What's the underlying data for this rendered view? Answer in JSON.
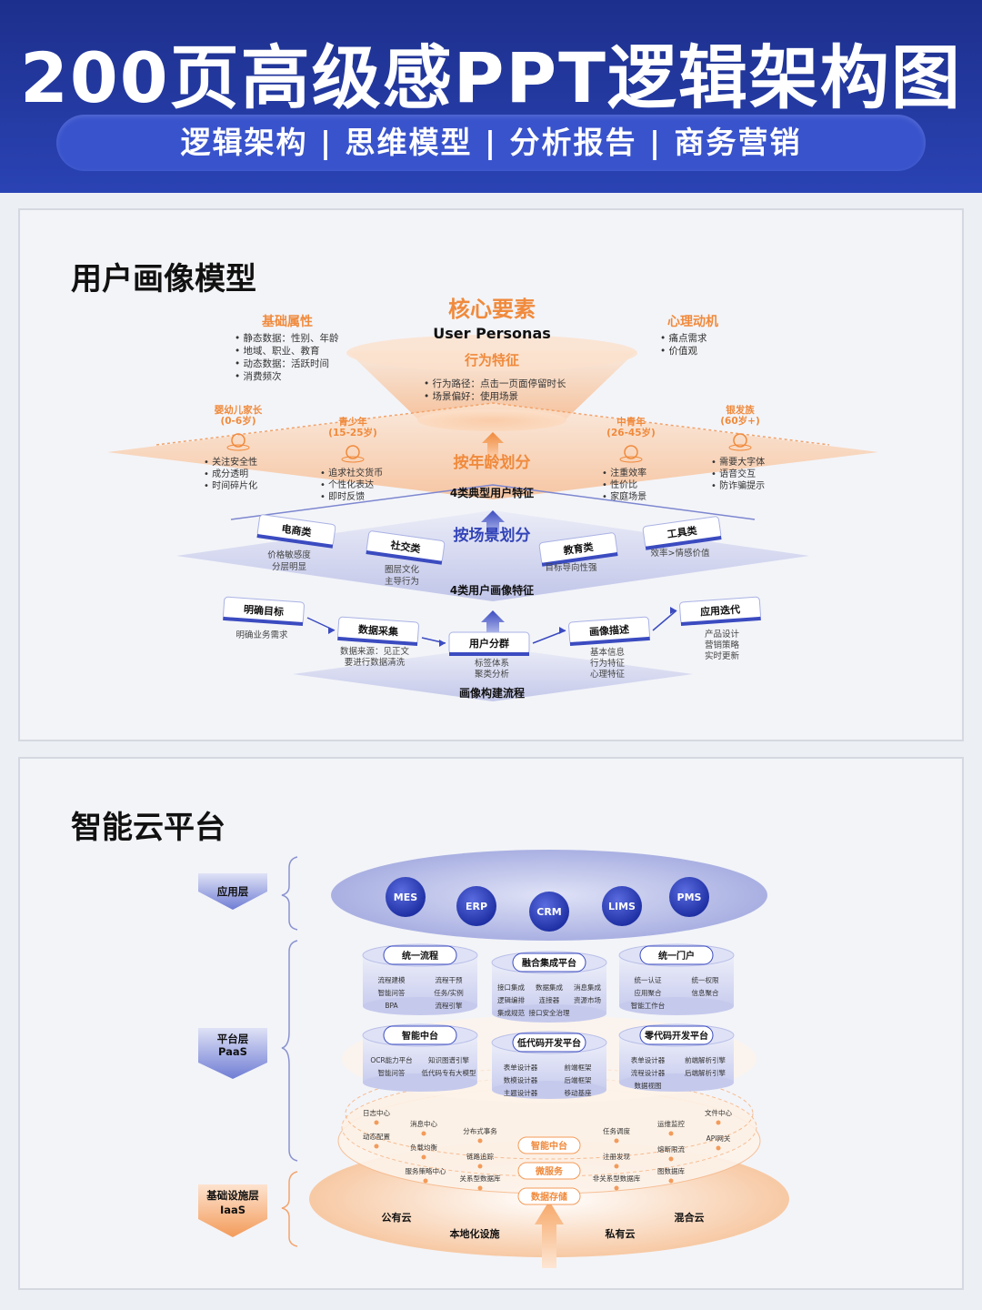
{
  "header": {
    "title": "200页高级感PPT逻辑架构图",
    "subtitle": "逻辑架构 | 思维模型 | 分析报告 | 商务营销"
  },
  "colors": {
    "header_blue": "#2a43b4",
    "accent_orange": "#f08a3c",
    "accent_blue": "#3344b8",
    "text_dark": "#1f2433"
  },
  "persona": {
    "title": "用户画像模型",
    "core_title": "核心要素",
    "core_subtitle": "User Personas",
    "behavior_title": "行为特征",
    "behavior_items": [
      "行为路径：点击一页面停留时长",
      "场景偏好：使用场景"
    ],
    "basic_title": "基础属性",
    "basic_items": [
      "静态数据：性别、年龄",
      "地域、职业、教育",
      "动态数据：活跃时间",
      "消费频次"
    ],
    "psych_title": "心理动机",
    "psych_items": [
      "痛点需求",
      "价值观"
    ],
    "age_title": "按年龄划分",
    "age_subtitle": "4类典型用户特征",
    "age_groups": [
      {
        "name": "婴幼儿家长",
        "range": "(0-6岁)",
        "items": [
          "关注安全性",
          "成分透明",
          "时间碎片化"
        ]
      },
      {
        "name": "青少年",
        "range": "(15-25岁)",
        "items": [
          "追求社交货币",
          "个性化表达",
          "即时反馈"
        ]
      },
      {
        "name": "中青年",
        "range": "(26-45岁)",
        "items": [
          "注重效率",
          "性价比",
          "家庭场景"
        ]
      },
      {
        "name": "银发族",
        "range": "(60岁+)",
        "items": [
          "需要大字体",
          "语音交互",
          "防诈骗提示"
        ]
      }
    ],
    "scene_title": "按场景划分",
    "scene_subtitle": "4类用户画像特征",
    "scenes": [
      {
        "name": "电商类",
        "desc": [
          "价格敏感度",
          "分层明显"
        ]
      },
      {
        "name": "社交类",
        "desc": [
          "圈层文化",
          "主导行为"
        ]
      },
      {
        "name": "教育类",
        "desc": [
          "目标导向性强"
        ]
      },
      {
        "name": "工具类",
        "desc": [
          "效率>情感价值"
        ]
      }
    ],
    "flow_title": "画像构建流程",
    "flow_steps": [
      {
        "name": "明确目标",
        "desc": [
          "明确业务需求"
        ]
      },
      {
        "name": "数据采集",
        "desc": [
          "数据来源：见正文",
          "要进行数据清洗"
        ]
      },
      {
        "name": "用户分群",
        "desc": [
          "标签体系",
          "聚类分析"
        ]
      },
      {
        "name": "画像描述",
        "desc": [
          "基本信息",
          "行为特征",
          "心理特征"
        ]
      },
      {
        "name": "应用迭代",
        "desc": [
          "产品设计",
          "营销策略",
          "实时更新"
        ]
      }
    ]
  },
  "cloud": {
    "title": "智能云平台",
    "layers": [
      {
        "name": "应用层",
        "sub": ""
      },
      {
        "name": "平台层",
        "sub": "PaaS"
      },
      {
        "name": "基础设施层",
        "sub": "IaaS"
      }
    ],
    "apps": [
      "MES",
      "ERP",
      "CRM",
      "LIMS",
      "PMS"
    ],
    "platform_top": [
      {
        "name": "统一流程",
        "items": [
          "流程建模",
          "流程干预",
          "智能问答",
          "任务/实例",
          "BPA",
          "流程引擎"
        ]
      },
      {
        "name": "融合集成平台",
        "items": [
          "接口集成",
          "数据集成",
          "消息集成",
          "逻辑编排",
          "连接器",
          "资源市场",
          "集成规范",
          "接口安全治理"
        ]
      },
      {
        "name": "统一门户",
        "items": [
          "统一认证",
          "统一权限",
          "应用聚合",
          "信息聚合",
          "智能工作台"
        ]
      }
    ],
    "platform_mid": [
      {
        "name": "智能中台",
        "items": [
          "OCR能力平台",
          "知识图谱引擎",
          "智能问答",
          "低代码专有大模型"
        ]
      },
      {
        "name": "低代码开发平台",
        "items": [
          "表单设计器",
          "前端框架",
          "数模设计器",
          "后端框架",
          "主题设计器",
          "移动基座"
        ]
      },
      {
        "name": "零代码开发平台",
        "items": [
          "表单设计器",
          "前端解析引擎",
          "流程设计器",
          "后端解析引擎",
          "数据视图"
        ]
      }
    ],
    "services_left": [
      "日志中心",
      "消息中心",
      "分布式事务",
      "动态配置",
      "负载均衡",
      "链路追踪",
      "服务策略中心",
      "关系型数据库"
    ],
    "services_right": [
      "文件中心",
      "运维监控",
      "任务调度",
      "API网关",
      "熔断限流",
      "注册发现",
      "图数据库",
      "非关系型数据库"
    ],
    "services_center": [
      "智能中台",
      "微服务",
      "数据存储"
    ],
    "infra": [
      "公有云",
      "本地化设施",
      "私有云",
      "混合云"
    ]
  }
}
